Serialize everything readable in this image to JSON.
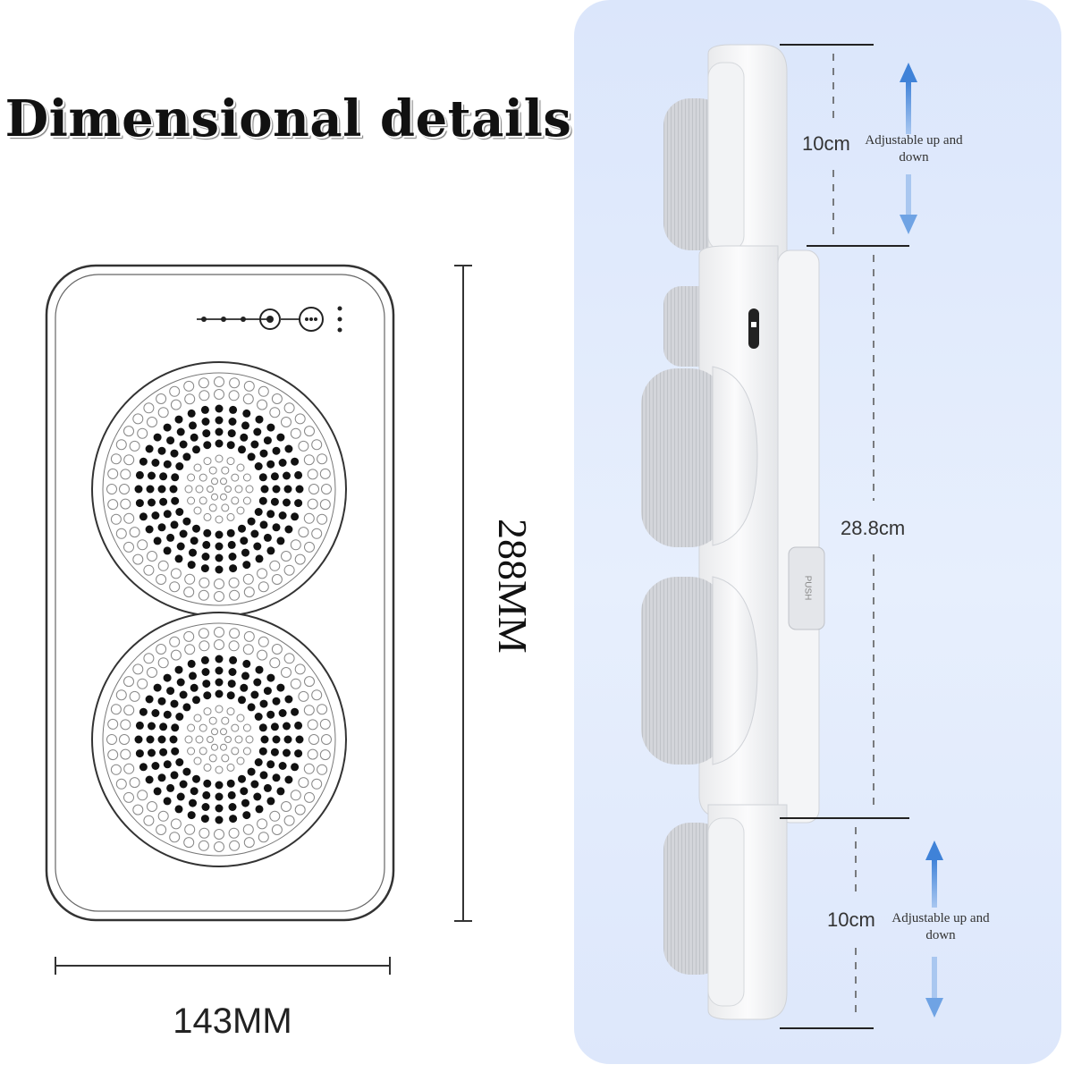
{
  "title": "Dimensional details",
  "left_drawing": {
    "height_label": "288MM",
    "width_label": "143MM"
  },
  "right_photo": {
    "top_gap_label": "10cm",
    "top_gap_note": "Adjustable up and down",
    "middle_label": "28.8cm",
    "bottom_gap_label": "10cm",
    "bottom_gap_note": "Adjustable up and down",
    "push_button_label": "PUSH"
  },
  "colors": {
    "panel_bg": "#dde7fb",
    "arrow": "#3f82d8",
    "device": "#f4f5f7",
    "brush": "#c9ccd2",
    "line": "#222222"
  }
}
